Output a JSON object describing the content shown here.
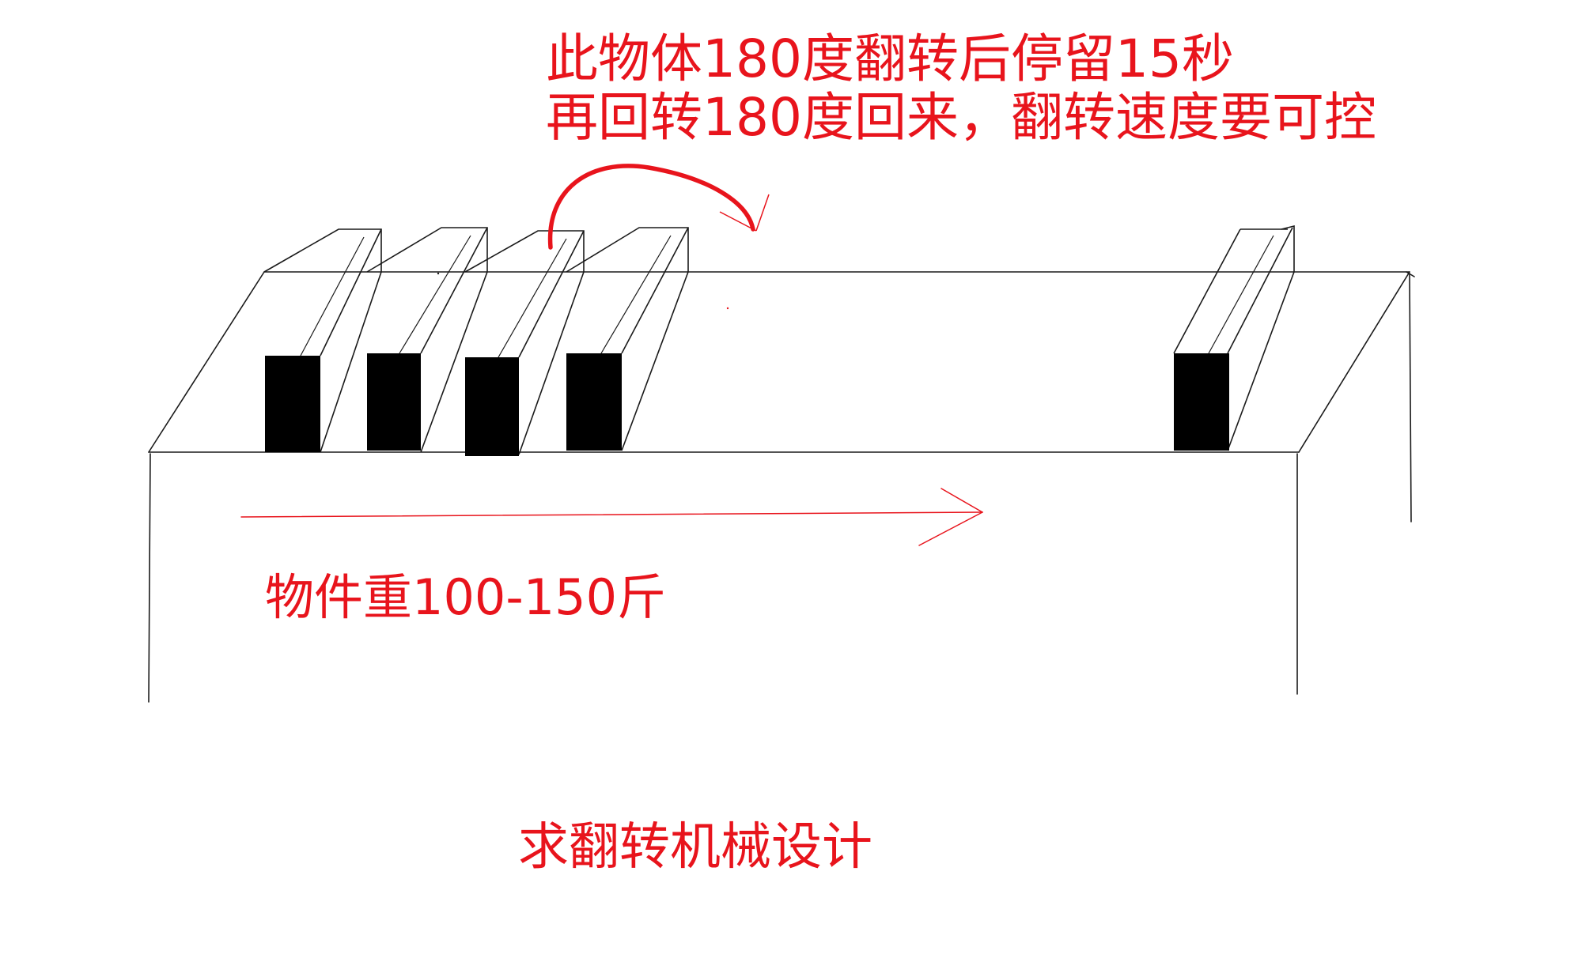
{
  "annotations": {
    "flip_note_line1": "此物体180度翻转后停留15秒",
    "flip_note_line2": "再回转180度回来，翻转速度要可控",
    "weight_note": "物件重100-150斤",
    "design_request": "求翻转机械设计"
  },
  "colors": {
    "annotation": "#e8141c",
    "outline": "#1a1a1a",
    "block_face": "#000000",
    "background": "#ffffff"
  }
}
